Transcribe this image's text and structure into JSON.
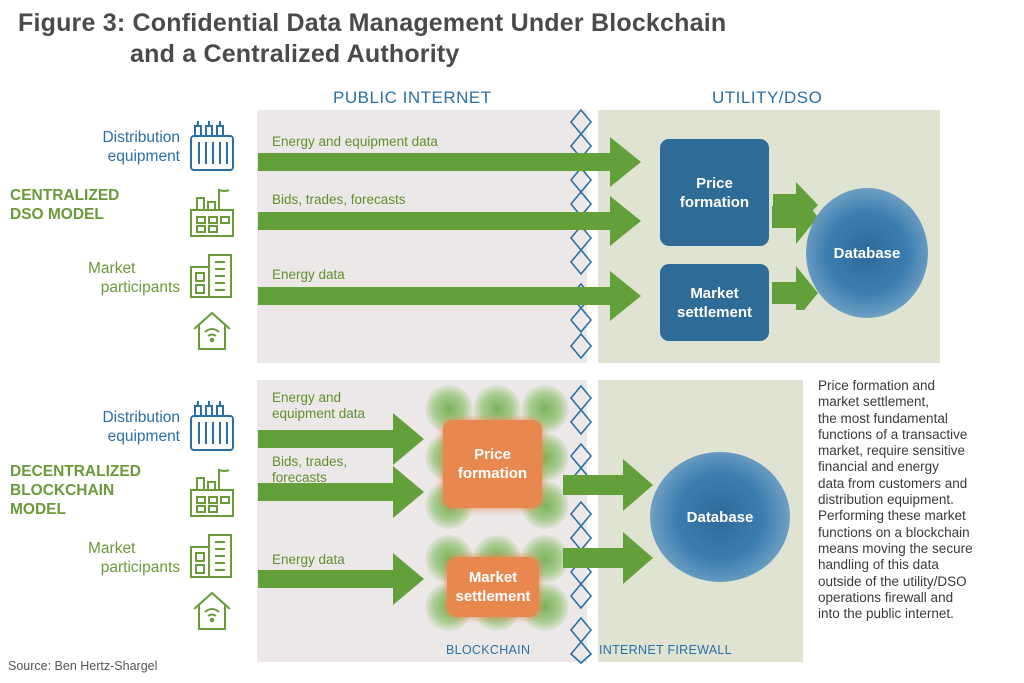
{
  "title": {
    "line1": "Figure 3: Confidential Data Management Under Blockchain",
    "line2": "and a Centralized Authority"
  },
  "columns": {
    "left": "PUBLIC INTERNET",
    "right": "UTILITY/DSO"
  },
  "centralized": {
    "model_label_1": "CENTRALIZED",
    "model_label_2": "DSO MODEL",
    "participants": {
      "distribution_1": "Distribution",
      "distribution_2": "equipment",
      "market_1": "Market",
      "market_2": "participants"
    },
    "arrows": [
      "Energy and equipment data",
      "Bids, trades, forecasts",
      "Energy data"
    ],
    "price_box_1": "Price",
    "price_box_2": "formation",
    "settle_box_1": "Market",
    "settle_box_2": "settlement",
    "database": "Database"
  },
  "decentralized": {
    "model_label_1": "DECENTRALIZED",
    "model_label_2": "BLOCKCHAIN",
    "model_label_3": "MODEL",
    "participants": {
      "distribution_1": "Distribution",
      "distribution_2": "equipment",
      "market_1": "Market",
      "market_2": "participants"
    },
    "arrow1_1": "Energy and",
    "arrow1_2": "equipment data",
    "arrow2_1": "Bids, trades,",
    "arrow2_2": "forecasts",
    "arrow3": "Energy data",
    "price_box_1": "Price",
    "price_box_2": "formation",
    "settle_box_1": "Market",
    "settle_box_2": "settlement",
    "database": "Database",
    "blockchain_label": "BLOCKCHAIN",
    "firewall_label": "INTERNET FIREWALL"
  },
  "description": [
    "Price formation and",
    "market settlement,",
    "the most fundamental",
    "functions of a transactive",
    "market, require sensitive",
    "financial and energy",
    "data from customers and",
    "distribution equipment.",
    "Performing these market",
    "functions on a blockchain",
    "means moving the secure",
    "handling of this data",
    "outside of the utility/DSO",
    "operations firewall and",
    "into the public internet."
  ],
  "source": "Source: Ben Hertz-Shargel",
  "icons": [
    "transformer-icon",
    "factory-icon",
    "building-icon",
    "home-wifi-icon"
  ],
  "colors": {
    "blue": "#2e6c97",
    "green": "#6a9a3a",
    "orange": "#e8874e",
    "panel_gray": "#ece8e8",
    "panel_green": "#dfe4d2"
  }
}
